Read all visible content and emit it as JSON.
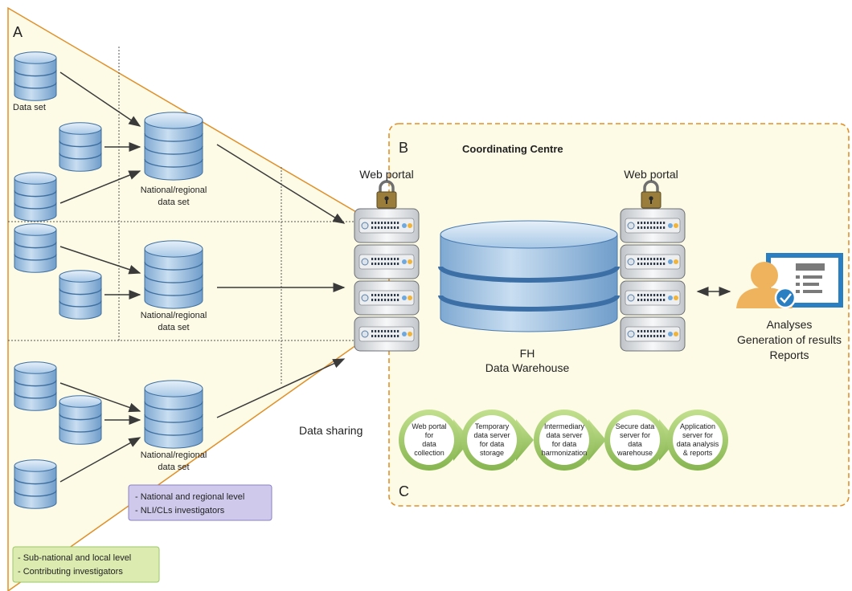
{
  "panels": {
    "a": "A",
    "b": "B",
    "c": "C"
  },
  "labels": {
    "data_set": "Data set",
    "national_regional": [
      "National/regional",
      "data set"
    ],
    "data_sharing": "Data sharing",
    "coordinating_centre": "Coordinating Centre",
    "web_portal_left": "Web portal",
    "web_portal_right": "Web portal",
    "warehouse": [
      "FH",
      "Data Warehouse"
    ],
    "outputs": [
      "Analyses",
      "Generation of results",
      "Reports"
    ]
  },
  "legends": {
    "national": [
      "- National and regional level",
      "- NLI/CLs investigators"
    ],
    "subnational": [
      "- Sub-national and local level",
      "- Contributing investigators"
    ]
  },
  "steps": [
    [
      "Web portal",
      "for",
      "data",
      "collection"
    ],
    [
      "Temporary",
      "data server",
      "for data",
      "storage"
    ],
    [
      "Intermediary",
      "data server",
      "for data",
      "harmonization"
    ],
    [
      "Secure data",
      "server for",
      "data",
      "warehouse"
    ],
    [
      "Application",
      "server for",
      "data analysis",
      "& reports"
    ]
  ],
  "colors": {
    "orange": "#e0902a",
    "panel_fill": "#fdfbe6",
    "db_blue": "#9cc3e4",
    "legend_purple": "#cfc9ec",
    "legend_green": "#dcebb0",
    "step_green": "#9cc76a",
    "person": "#efb35e",
    "monitor": "#2a7fc2"
  },
  "icons": [
    "database-icon",
    "server-rack-icon",
    "padlock-icon",
    "person-icon",
    "monitor-icon",
    "check-badge-icon"
  ]
}
